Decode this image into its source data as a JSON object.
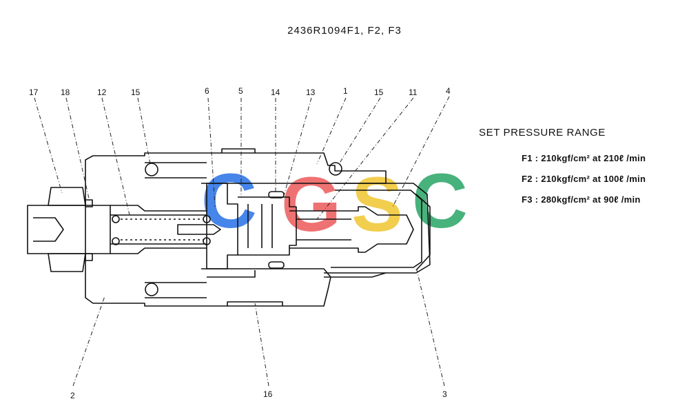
{
  "drawing_title": "2436R1094F1, F2, F3",
  "pressure": {
    "heading": "SET PRESSURE RANGE",
    "rows": [
      "F1 : 210kgf/cm² at 210ℓ /min",
      "F2 : 210kgf/cm² at 100ℓ /min",
      "F3 : 280kgf/cm² at  90ℓ /min"
    ]
  },
  "part_labels": {
    "p17": "17",
    "p18": "18",
    "p12": "12",
    "p15a": "15",
    "p6": "6",
    "p5": "5",
    "p14": "14",
    "p13": "13",
    "p1": "1",
    "p15b": "15",
    "p11": "11",
    "p4": "4",
    "p2": "2",
    "p16": "16",
    "p3": "3"
  },
  "watermark": {
    "letters": [
      "C",
      "G",
      "S",
      "C"
    ],
    "colors": [
      "#3d7fe8",
      "#ef6b6b",
      "#f2cc45",
      "#3fae76"
    ]
  }
}
